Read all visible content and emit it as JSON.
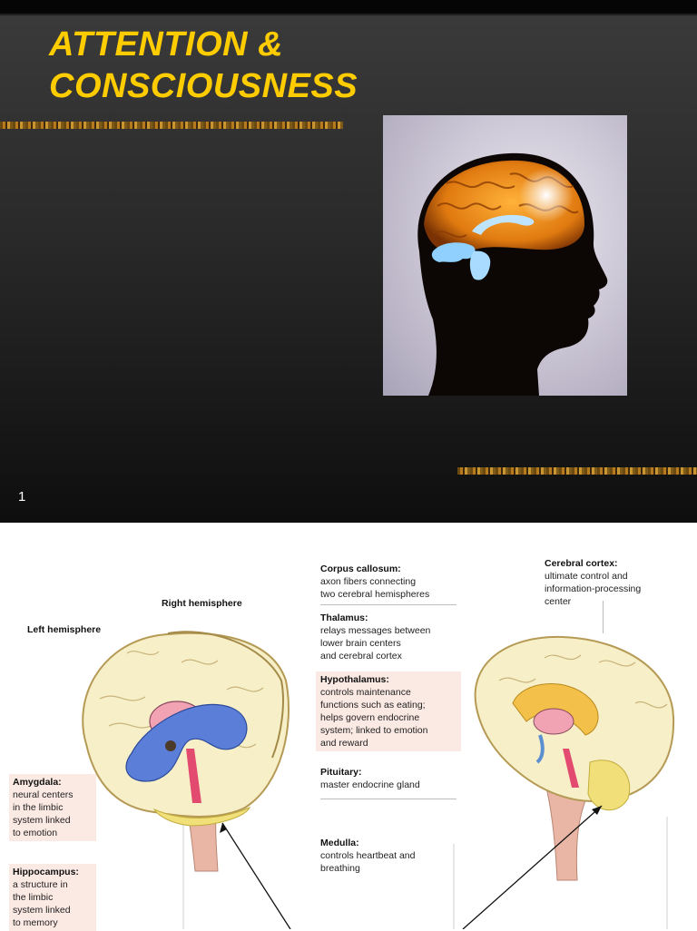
{
  "slide1": {
    "title_line1": "ATTENTION &",
    "title_line2": "CONSCIOUSNESS",
    "slide_number": "1",
    "colors": {
      "title": "#ffcc00",
      "background": "#2c2c2c"
    }
  },
  "slide2": {
    "labels": {
      "right_hemisphere": "Right hemisphere",
      "left_hemisphere": "Left hemisphere"
    },
    "callouts": {
      "corpus_callosum": {
        "title": "Corpus callosum:",
        "text": "axon fibers connecting\ntwo cerebral hemispheres"
      },
      "thalamus": {
        "title": "Thalamus:",
        "text": "relays messages between\nlower brain centers\nand cerebral cortex"
      },
      "hypothalamus": {
        "title": "Hypothalamus:",
        "text": "controls maintenance\nfunctions such as eating;\nhelps govern endocrine\nsystem; linked to emotion\nand reward"
      },
      "pituitary": {
        "title": "Pituitary:",
        "text": "master endocrine gland"
      },
      "medulla": {
        "title": "Medulla:",
        "text": "controls heartbeat and\nbreathing"
      },
      "cerebral_cortex": {
        "title": "Cerebral cortex:",
        "text": "ultimate control and\ninformation-processing\ncenter"
      },
      "amygdala": {
        "title": "Amygdala:",
        "text": "neural centers\nin the limbic\nsystem linked\nto emotion"
      },
      "hippocampus": {
        "title": "Hippocampus:",
        "text": "a structure in\nthe limbic\nsystem linked\nto memory"
      }
    }
  }
}
